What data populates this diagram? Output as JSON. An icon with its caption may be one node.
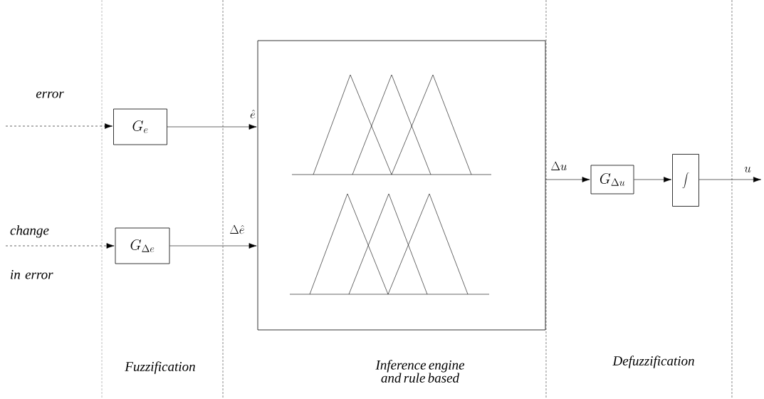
{
  "diagram": {
    "nodes": [
      {
        "text": [
          "G_{e}"
        ]
      },
      {
        "text": [
          "G_{\\Delta e}"
        ]
      },
      {
        "text": [],
        "shape": "box"
      },
      {
        "text": [
          "G_{\\Delta u}"
        ]
      },
      {
        "text": [
          "\\int"
        ]
      }
    ],
    "edges": [
      {
        "from": null,
        "to": 0,
        "arrow": "to",
        "style": "dashed",
        "label": "error"
      },
      {
        "from": null,
        "to": 1,
        "arrow": "to",
        "style": "dashed",
        "label": "change in error"
      },
      {
        "from": 0,
        "to": 2,
        "arrow": "to",
        "label": "\\hat{e}"
      },
      {
        "from": 1,
        "to": 2,
        "arrow": "to",
        "label": "\\Delta\\hat{e}"
      },
      {
        "from": 2,
        "to": 3,
        "arrow": "to",
        "label": "\\Delta u"
      },
      {
        "from": 3,
        "to": 4,
        "arrow": "to"
      },
      {
        "from": 4,
        "to": null,
        "arrow": "to",
        "label": "u"
      }
    ],
    "labels": [
      "Fuzzification",
      "Inference engine and rule based",
      "Defuzzification"
    ]
  }
}
